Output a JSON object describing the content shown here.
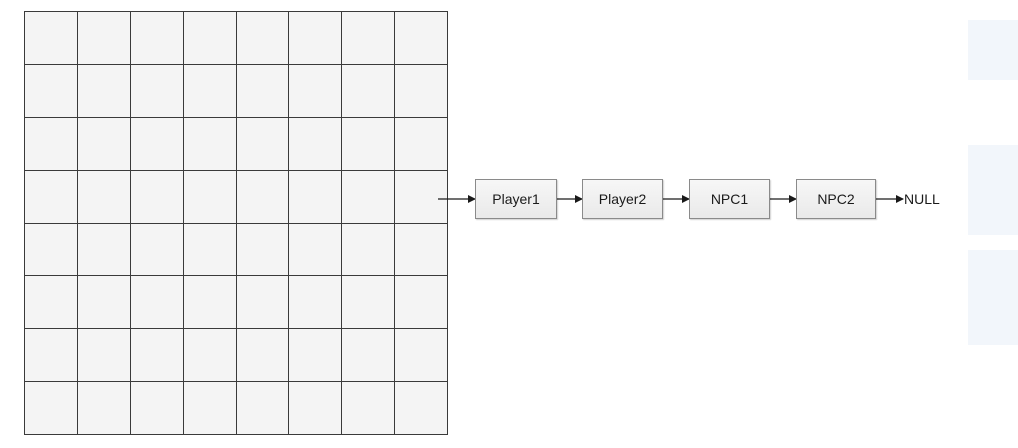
{
  "diagram": {
    "grid": {
      "rows": 8,
      "columns": 8
    },
    "list_nodes": [
      {
        "label": "Player1"
      },
      {
        "label": "Player2"
      },
      {
        "label": "NPC1"
      },
      {
        "label": "NPC2"
      }
    ],
    "terminator": "NULL"
  }
}
